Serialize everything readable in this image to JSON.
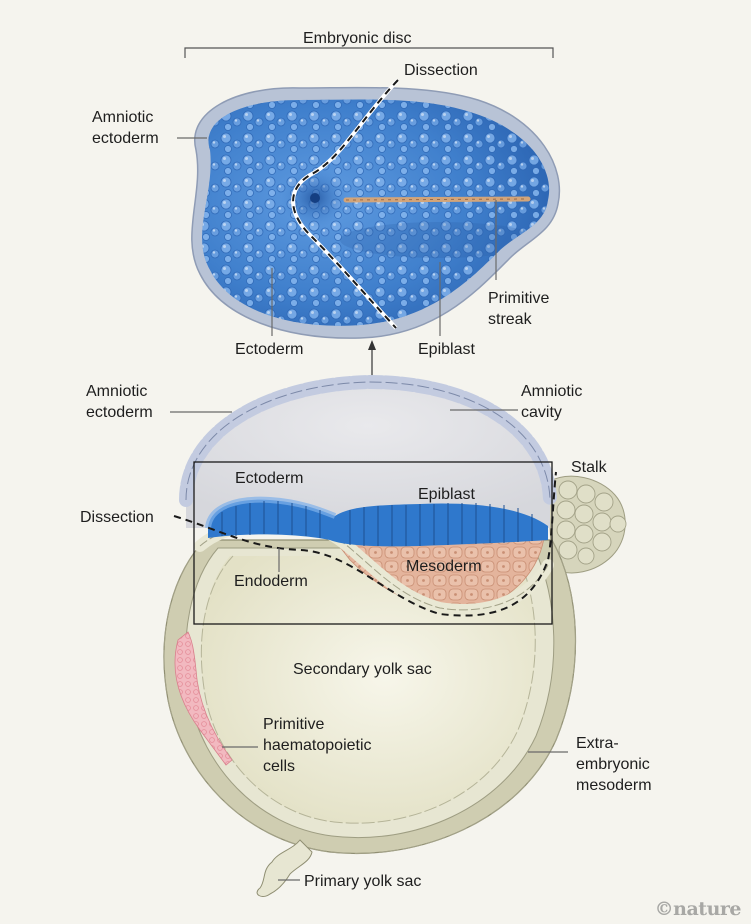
{
  "figure": {
    "credit": "©nature",
    "top_panel": {
      "title": "Embryonic disc",
      "labels": {
        "dissection": "Dissection",
        "amniotic_ectoderm_l1": "Amniotic",
        "amniotic_ectoderm_l2": "ectoderm",
        "ectoderm": "Ectoderm",
        "epiblast": "Epiblast",
        "primitive_streak_l1": "Primitive",
        "primitive_streak_l2": "streak"
      }
    },
    "bottom_panel": {
      "labels": {
        "amniotic_ectoderm_l1": "Amniotic",
        "amniotic_ectoderm_l2": "ectoderm",
        "amniotic_cavity_l1": "Amniotic",
        "amniotic_cavity_l2": "cavity",
        "stalk": "Stalk",
        "ectoderm": "Ectoderm",
        "epiblast": "Epiblast",
        "dissection": "Dissection",
        "endoderm": "Endoderm",
        "mesoderm": "Mesoderm",
        "secondary_yolk_sac": "Secondary yolk sac",
        "primitive_haematopoietic_l1": "Primitive",
        "primitive_haematopoietic_l2": "haematopoietic",
        "primitive_haematopoietic_l3": "cells",
        "extra_embryonic_l1": "Extra-",
        "extra_embryonic_l2": "embryonic",
        "extra_embryonic_l3": "mesoderm",
        "primary_yolk_sac": "Primary yolk sac"
      }
    },
    "colors": {
      "background": "#f5f4ee",
      "disc_blue": "#3f7fcc",
      "disc_rim": "#b8c3d6",
      "amnion_cell": "#c3cbe0",
      "ectoderm_blue": "#2f78cc",
      "mesoderm_pink": "#e4b49c",
      "yolk_cell": "#d6d5bc",
      "yolk_fill": "#eeedd9",
      "haematopoietic_pink": "#f2b9c0",
      "streak_orange": "#d3a57a"
    }
  }
}
